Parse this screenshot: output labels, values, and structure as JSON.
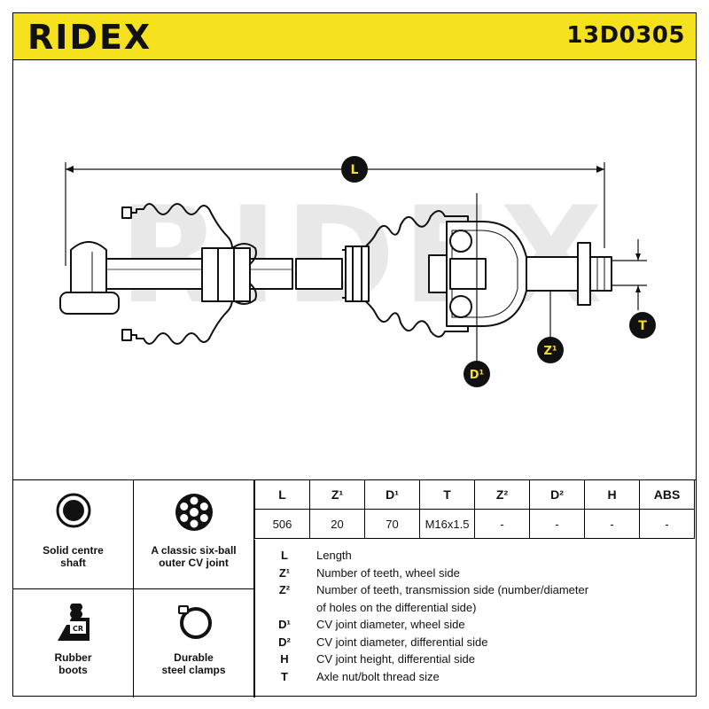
{
  "header": {
    "brand": "RIDEX",
    "part_number": "13D0305"
  },
  "drawing": {
    "watermark": "RIDEX",
    "badges": {
      "L": "L",
      "D1": "D¹",
      "Z1": "Z¹",
      "T": "T"
    }
  },
  "features": [
    {
      "label": "Solid centre\nshaft",
      "icon": "solid-shaft-icon"
    },
    {
      "label": "A classic six-ball\nouter CV joint",
      "icon": "six-ball-joint-icon"
    },
    {
      "label": "Rubber\nboots",
      "icon": "rubber-boot-icon",
      "badge": "CR"
    },
    {
      "label": "Durable\nsteel clamps",
      "icon": "steel-clamp-icon"
    }
  ],
  "spec_table": {
    "headers": [
      "L",
      "Z¹",
      "D¹",
      "T",
      "Z²",
      "D²",
      "H",
      "ABS"
    ],
    "values": [
      "506",
      "20",
      "70",
      "M16x1.5",
      "-",
      "-",
      "-",
      "-"
    ]
  },
  "legend": [
    {
      "symbol": "L",
      "text": "Length"
    },
    {
      "symbol": "Z¹",
      "text": "Number of teeth, wheel side"
    },
    {
      "symbol": "Z²",
      "text": "Number of teeth, transmission side (number/diameter"
    },
    {
      "symbol": "",
      "text": "of holes on the differential side)"
    },
    {
      "symbol": "D¹",
      "text": "CV joint diameter, wheel side"
    },
    {
      "symbol": "D²",
      "text": "CV joint diameter, differential side"
    },
    {
      "symbol": "H",
      "text": "CV joint height, differential side"
    },
    {
      "symbol": "T",
      "text": "Axle nut/bolt thread size"
    }
  ],
  "colors": {
    "brand_yellow": "#f5e11d",
    "badge_black": "#111111",
    "badge_text": "#f5e11d"
  }
}
